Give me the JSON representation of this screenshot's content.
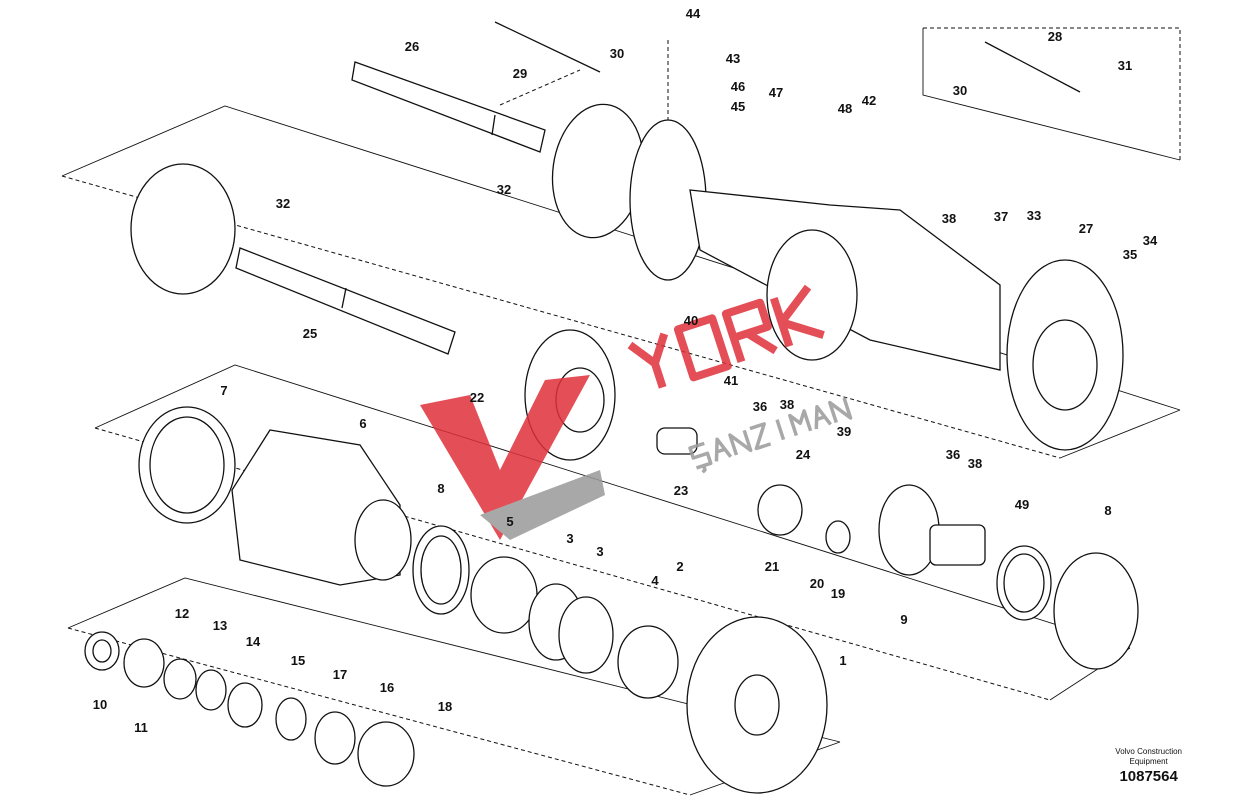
{
  "diagram": {
    "callouts": [
      "44",
      "43",
      "46",
      "45",
      "47",
      "48",
      "42",
      "26",
      "29",
      "30",
      "28",
      "31",
      "30",
      "32",
      "32",
      "38",
      "37",
      "33",
      "27",
      "35",
      "34",
      "25",
      "40",
      "41",
      "36",
      "38",
      "39",
      "22",
      "24",
      "23",
      "36",
      "38",
      "7",
      "6",
      "8",
      "5",
      "3",
      "3",
      "4",
      "2",
      "21",
      "20",
      "19",
      "9",
      "49",
      "8",
      "1",
      "12",
      "13",
      "14",
      "15",
      "17",
      "16",
      "18",
      "10",
      "11"
    ],
    "watermark": "YORK ŞANZIMAN",
    "credit": {
      "line1": "Volvo Construction",
      "line2": "Equipment",
      "number": "1087564"
    },
    "colors": {
      "watermark": "#e0303a",
      "watermark_gray": "#9a9a9a",
      "ink": "#111111"
    }
  }
}
